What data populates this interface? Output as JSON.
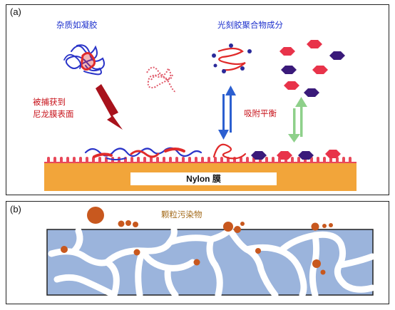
{
  "panel_a": {
    "label": "(a)",
    "impurity_gel": "杂质如凝胶",
    "photoresist_components": "光刻胶聚合物成分",
    "captured_line1": "被捕获到",
    "captured_line2": "尼龙膜表面",
    "adsorption_equilibrium": "吸附平衡",
    "membrane_label": "Nylon 膜"
  },
  "panel_b": {
    "label": "(b)",
    "particle_contaminant": "颗粒污染物"
  },
  "colors": {
    "blue_text": "#1a2ecc",
    "red_text": "#c8141c",
    "brown_text": "#a36a1a",
    "membrane": "#f2a53a",
    "membrane_spikes": "#e8495a",
    "pore_matrix": "#9bb4dc",
    "particle": "#c8581e"
  }
}
